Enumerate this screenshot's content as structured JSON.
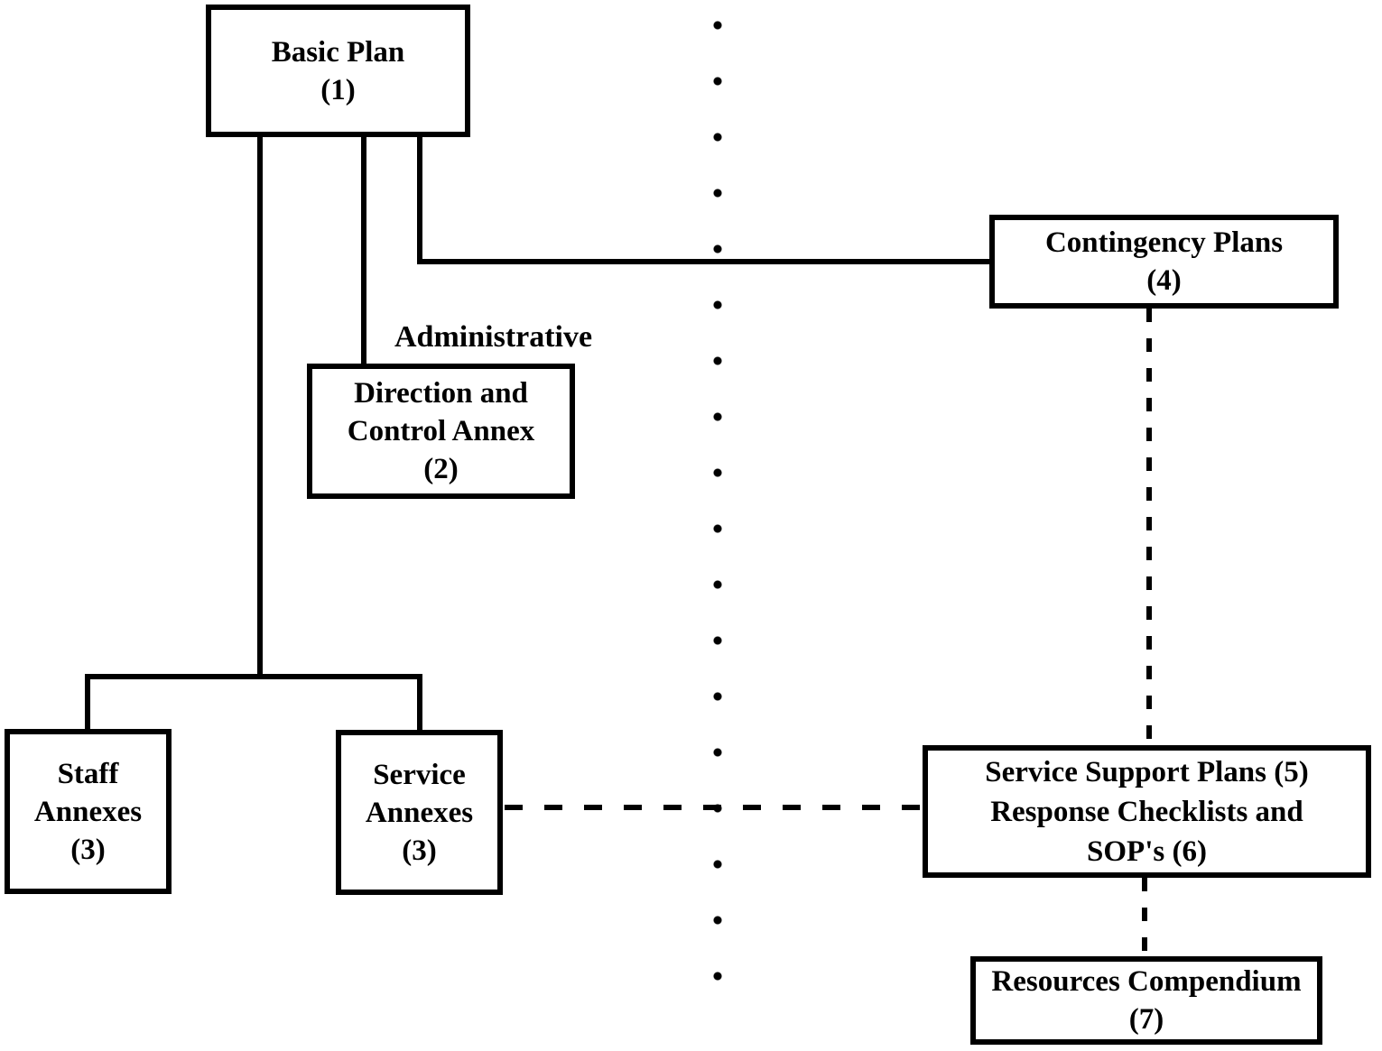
{
  "colors": {
    "ink": "#000000",
    "bg": "#ffffff"
  },
  "labels": {
    "administrative": "Administrative"
  },
  "boxes": {
    "basic_plan": {
      "lines": [
        "Basic Plan",
        "(1)"
      ]
    },
    "contingency_plans": {
      "lines": [
        "Contingency Plans",
        "(4)"
      ]
    },
    "direction_control_annex": {
      "lines": [
        "Direction and",
        "Control Annex",
        "(2)"
      ]
    },
    "staff_annexes": {
      "lines": [
        "Staff",
        "Annexes",
        "(3)"
      ]
    },
    "service_annexes": {
      "lines": [
        "Service",
        "Annexes",
        "(3)"
      ]
    },
    "service_support_plans": {
      "lines": [
        "Service Support Plans (5)",
        "Response Checklists and",
        "SOP's (6)"
      ]
    },
    "resources_compendium": {
      "lines": [
        "Resources Compendium",
        "(7)"
      ]
    }
  }
}
